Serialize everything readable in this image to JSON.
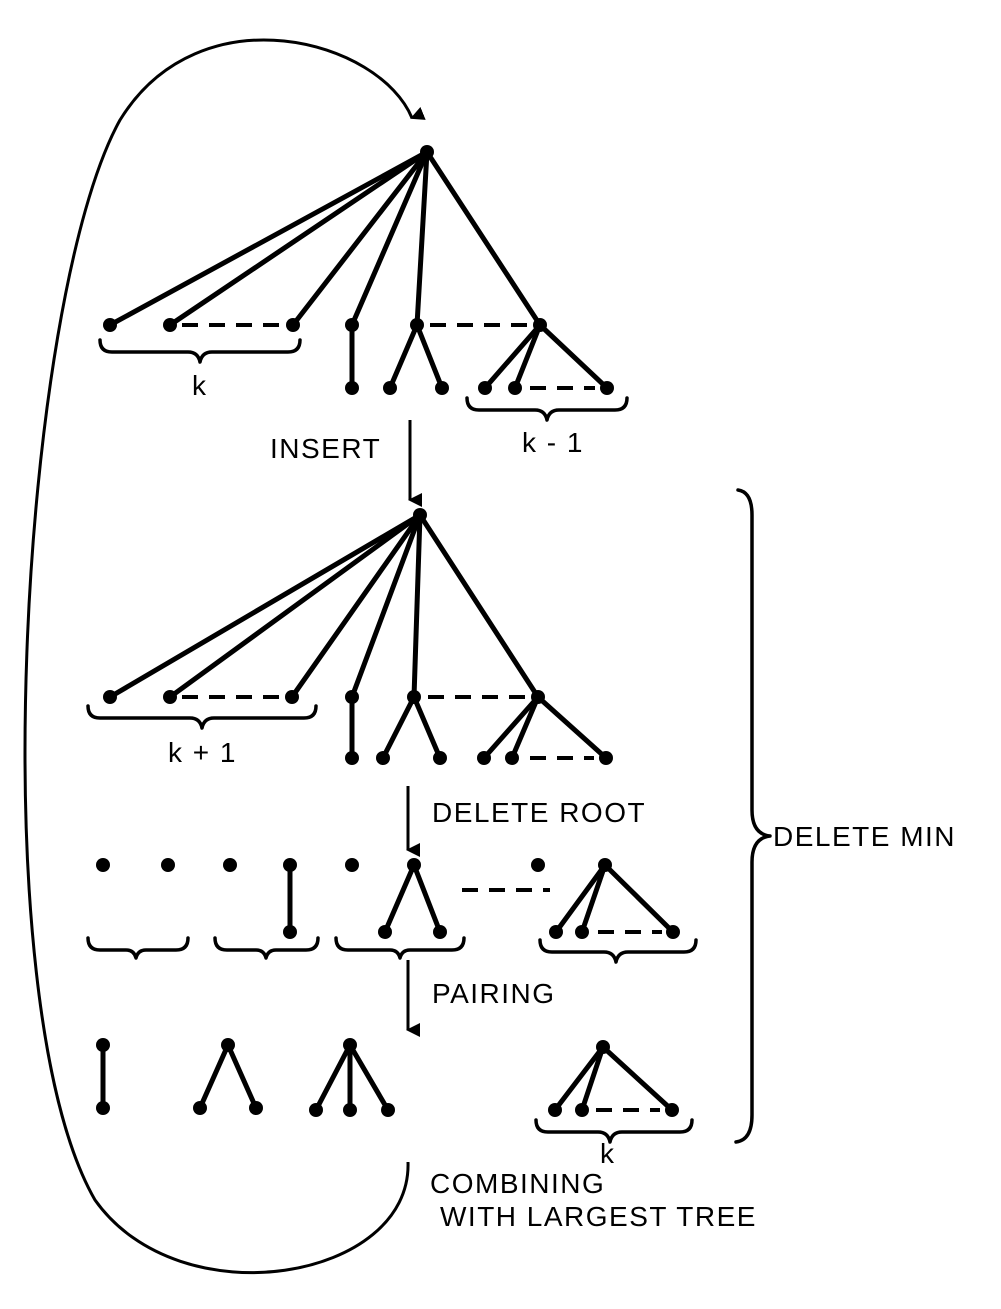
{
  "labels": {
    "k_top": "k",
    "k_minus_1": "k - 1",
    "insert": "INSERT",
    "k_plus_1": "k + 1",
    "delete_root": "DELETE ROOT",
    "delete_min": "DELETE MIN",
    "pairing": "PAIRING",
    "k_bottom": "k",
    "combining_line1": "COMBINING",
    "combining_line2": "WITH LARGEST TREE"
  }
}
